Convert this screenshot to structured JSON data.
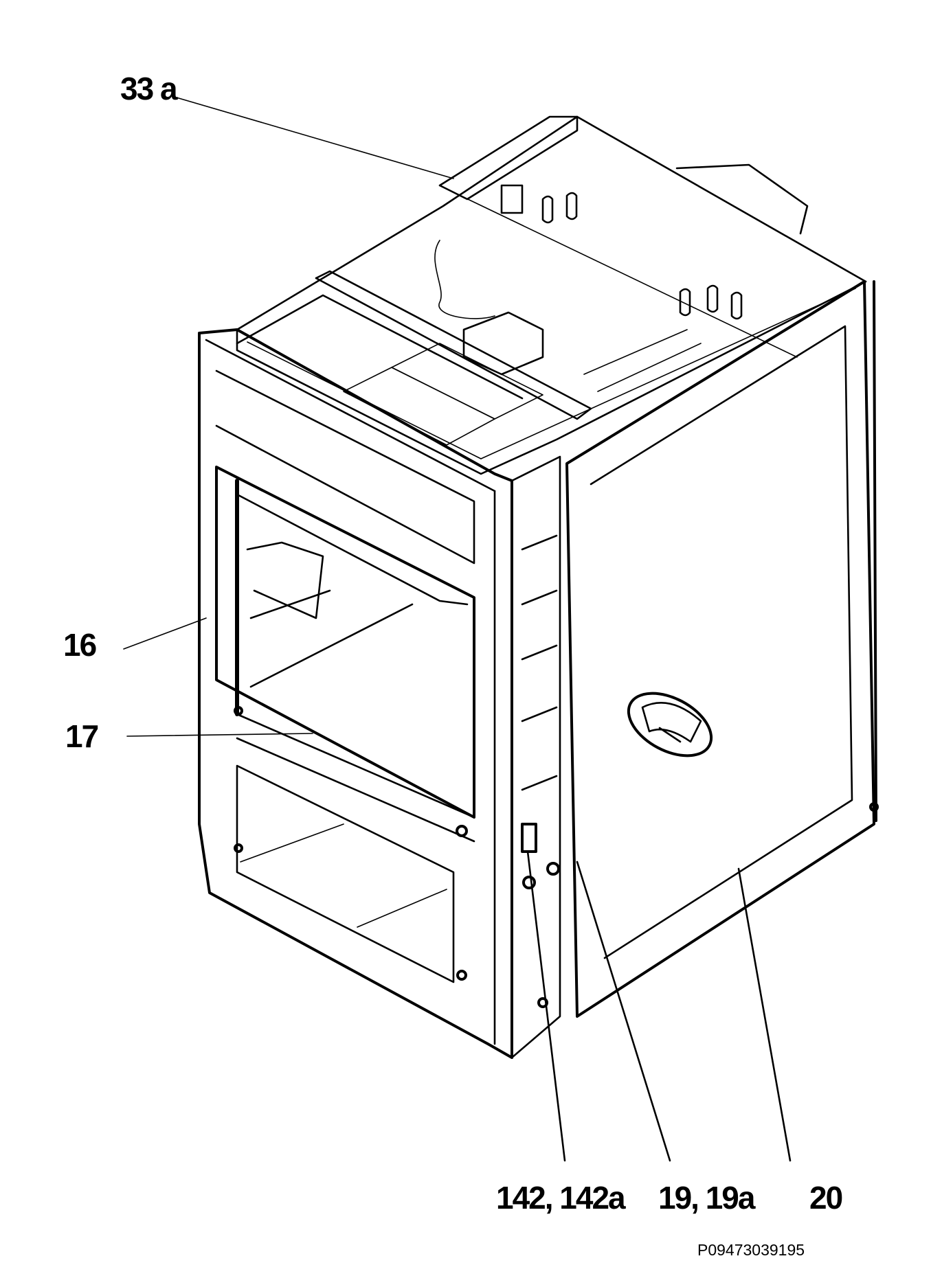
{
  "labels": {
    "part_33a": "33 a",
    "part_16": "16",
    "part_17": "17",
    "part_142": "142, 142a",
    "part_19": "19, 19a",
    "part_20": "20"
  },
  "reference_code": "P09473039195",
  "colors": {
    "ink": "#000000",
    "paper": "#ffffff"
  }
}
